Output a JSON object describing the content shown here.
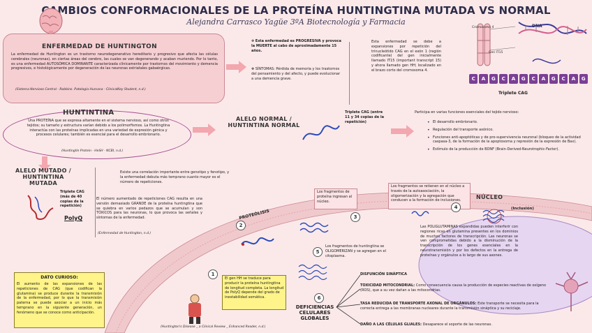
{
  "title": "CAMBIOS CONFORMACIONALES DE LA PROTEÍNA HUNTINGTINA MUTADA VS NORMAL",
  "subtitle": "Alejandra Carrasco Yagüe 3ºA Biotecnología y Farmacia",
  "enfermedad": {
    "heading": "ENFERMEDAD DE HUNTINGTON",
    "text": "La enfermedad de Huntington es un trastorno neurodegenerativo hereditario y progresivo que afecta las células cerebrales (neuronas), en ciertas áreas del cerebro, las cuales se van degenerando y acaban muriendo. Por lo tanto, es una enfermedad AUTOSÓMICA DOMINANTE caracterizada clínicamente por trastornos del movimiento y demencia progresivos, e histológicamente por degeneración de las neuronas estriatales gabaérgicas.",
    "source": "(Sistema Nervioso Central - Robbins. Patología Humana - ClinicalKey Student, n.d.)"
  },
  "progresiva": {
    "item1": "Esta enfermedad es PROGRESIVA y provoca la MUERTE al cabo de aproximadamente 15 años.",
    "item2": "SÍNTOMAS: Pérdida de memoria y los trastornos del pensamiento y del afecto, y puede evolucionar a una demencia grave."
  },
  "gen": {
    "text": "Esta enfermedad se debe a expansiones por repetición del trinucleótido CAG en el exón 1 (región codificante) del gen inicialmente llamado IT15 (important transcript 15) y ahora llamado gen HH; localizado en el brazo corto del cromosoma 4.",
    "cromosoma_label": "Cromosoma 4",
    "gen_label": "Gen IT15",
    "dna_label": "DNA",
    "codons": [
      "C",
      "A",
      "G",
      "C",
      "A",
      "G",
      "C",
      "A",
      "G",
      "C",
      "A",
      "G"
    ],
    "triplete_label": "Triplete CAG"
  },
  "huntintina": {
    "heading": "HUNTINTINA",
    "text": "Una PROTEÍNA que se expresa altamente en el sistema nervioso, así como otros tejidos; su tamaño y estructura varían debido a los polimorfismos. La Huntingtina interactúa con las proteínas implicadas en una variedad de expresión génica y procesos celulares; también es esencial para el desarrollo embrionario.",
    "source": "(Huntingtin Protein - HeSH - NCBI, n.d.)"
  },
  "normal": {
    "heading": "ALELO NORMAL / HUNTINTINA NORMAL",
    "triplete": "Triplete CAG (entre 11 y 34 copias de la repetición)",
    "funciones_intro": "Participa en varias funciones esenciales del tejido nervioso:",
    "funciones": [
      "El desarrollo embrionario.",
      "Regulación del transporte axónico.",
      "Funciones anti-apoptóticas y de pro-supervivencia neuronal (bloqueo de la actividad caspasa-3, de la formación de la apoptosoma y represión de la expresión de Bax).",
      "Estímulo de la producción de BDNF (Brain-Derived-Neurotrophic-Factor)."
    ]
  },
  "mutado": {
    "heading": "ALELO MUTADO / HUNTINTINA MUTADA",
    "triplete": "Triplete CAG (más de 40 copias de la repetición)",
    "polyq": "PolyQ",
    "text1": "Existe una correlación importante entre genotipo y fenotipo, y la enfermedad debuta más temprano cuanto mayor es el número de repeticiones.",
    "text2": "El número aumentado de repeticiones CAG resulta en una versión demasiado GRANDE de la proteína huntingtina que se quiebra en varios pedazos que se acumulan y son TÓXICOS para las neuronas, lo que provoca las señales y síntomas de la enfermedad.",
    "source": "(Enfermedad de Huntington, n.d.)"
  },
  "curioso": {
    "heading": "DATO CURIOSO:",
    "text": "El aumento de las expansiones de las repeticiones de CAG (que codifican la glutamina) se produce durante la transmisión de la enfermedad, por lo que la transmisión paterna se puede asociar a un inicio más temprano en la siguiente generación, un fenómeno que se conoce como anticipación."
  },
  "cell": {
    "proteolisis": "PROTEÓLISIS",
    "nucleo": "NÚCLEO",
    "inclusion": "(Inclusión)",
    "step1": "El gen HH se traduce para producir la proteína huntingtina de longitud completa. La longitud de PolyQ depende del grado de inestabilidad somática.",
    "step3": "Los fragmentos de proteína ingresan al núcleo.",
    "step4_text": "Los fragmentos se retienen en el núcleo a través de la autoasociación, la oligomerización y la agregación que conducen a la formación de inclusiones.",
    "step5": "Los fragmentos de huntingtina se OLIGOMERIZAN y se agregan en el citoplasma.",
    "poly_text": "Las POLIGLUTAMINAS expandidas pueden interferir con regiones ricas en glutamina presentes en los dominios de muchos factores de transcripción. Las neuronas se ven comprometidas debido a la disminución de la transcripción de los genes esenciales en la neurotransmisión y por los defectos en la entrega de proteínas y orgánulos a lo largo de sus axones.",
    "deficiencias": "DEFICIENCIAS CELULARES GLOBALES",
    "numbers": [
      "1",
      "2",
      "3",
      "4",
      "5",
      "6"
    ],
    "source": "(Huntington's Disease _ a Clinical Review _ Enhanced Reader, n.d.)"
  },
  "deficits": [
    {
      "head": "DISFUNCIÓN SINÁPTICA",
      "text": ""
    },
    {
      "head": "TOXICIDAD MITOCONDRIAL:",
      "text": "Como consecuencia causa la producción de especies reactivas de oxígeno (ROS), que a su vez dañan a las mitocondrias."
    },
    {
      "head": "TASA REDUCIDA DE TRANSPORTE AXONAL DE ORGÁNULOS:",
      "text": "Este transporte se necesita para la correcta entrega a las membranas nucleares durante la transmisión sináptica y su reciclaje."
    },
    {
      "head": "DAÑO A LAS CÉLULAS GLIALES:",
      "text": "Desaparece el soporte de las neuronas."
    }
  ],
  "colors": {
    "background": "#fbe9ea",
    "pill": "#f6cfd3",
    "accent_arrow": "#f3a7ae",
    "yellow": "#fff48a",
    "codon_purple": "#7b3f95",
    "text_blue": "#1f2f8a"
  }
}
